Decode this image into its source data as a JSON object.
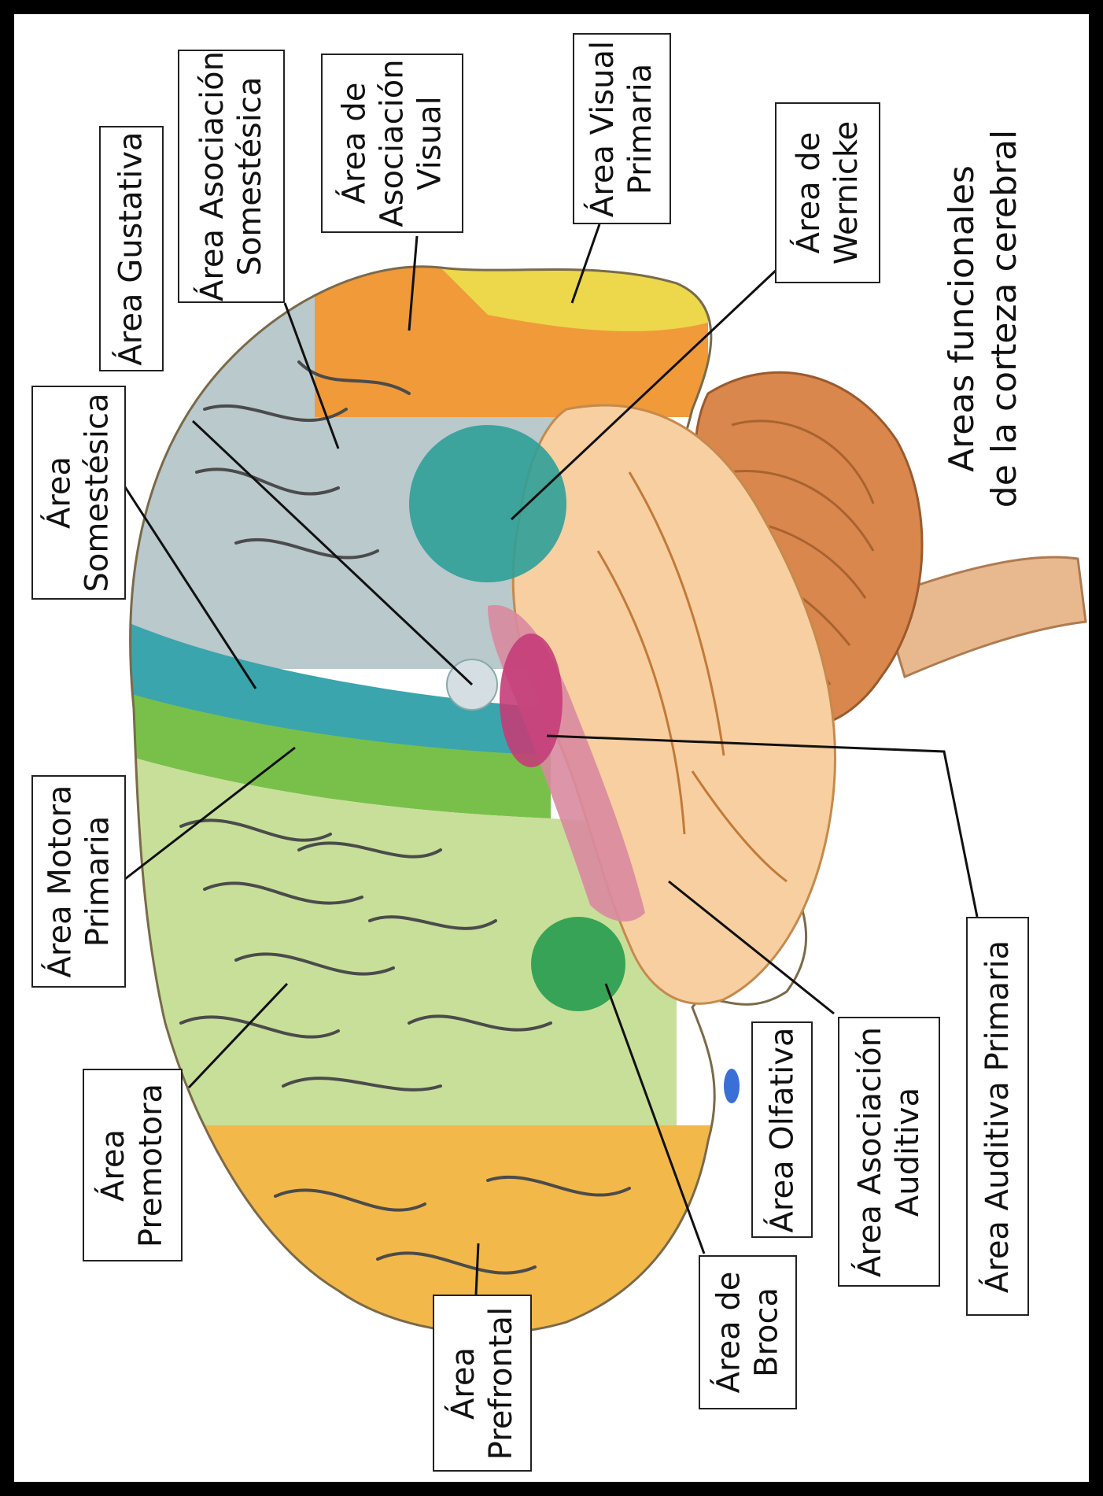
{
  "title": {
    "line1": "Areas funcionales",
    "line2": "de la corteza cerebral"
  },
  "labels": {
    "gustativa": {
      "line1": "Área Gustativa"
    },
    "asoc_somest": {
      "line1": "Área Asociación",
      "line2": "Somestésica"
    },
    "asoc_visual": {
      "line1": "Área de",
      "line2": "Asociación",
      "line3": "Visual"
    },
    "visual_prim": {
      "line1": "Área Visual",
      "line2": "Primaria"
    },
    "wernicke": {
      "line1": "Área de",
      "line2": "Wernicke"
    },
    "somestesica": {
      "line1": "Área",
      "line2": "Somestésica"
    },
    "motora": {
      "line1": "Área Motora",
      "line2": "Primaria"
    },
    "premotora": {
      "line1": "Área",
      "line2": "Premotora"
    },
    "prefrontal": {
      "line1": "Área",
      "line2": "Prefrontal"
    },
    "broca": {
      "line1": "Área de",
      "line2": "Broca"
    },
    "olfativa": {
      "line1": "Área Olfativa"
    },
    "asoc_auditiva": {
      "line1": "Área Asociación",
      "line2": "Auditiva"
    },
    "auditiva_prim": {
      "line1": "Área Auditiva Primaria"
    }
  },
  "colors": {
    "frame": "#000000",
    "prefrontal": "#f2b84a",
    "premotor": "#c8df9a",
    "motor": "#79c04a",
    "somatosensory": "#3aa5ad",
    "somato_assoc": "#b9c9cc",
    "visual_assoc": "#f09a3a",
    "visual_primary": "#ecd84a",
    "wernicke": "#2f9f98",
    "temporal": "#f8cfa0",
    "auditory_assoc": "#d98aa0",
    "auditory_primary": "#c43d78",
    "broca": "#2f9f52",
    "cerebellum": "#d9874d",
    "olfactory": "#3a6fd8"
  }
}
